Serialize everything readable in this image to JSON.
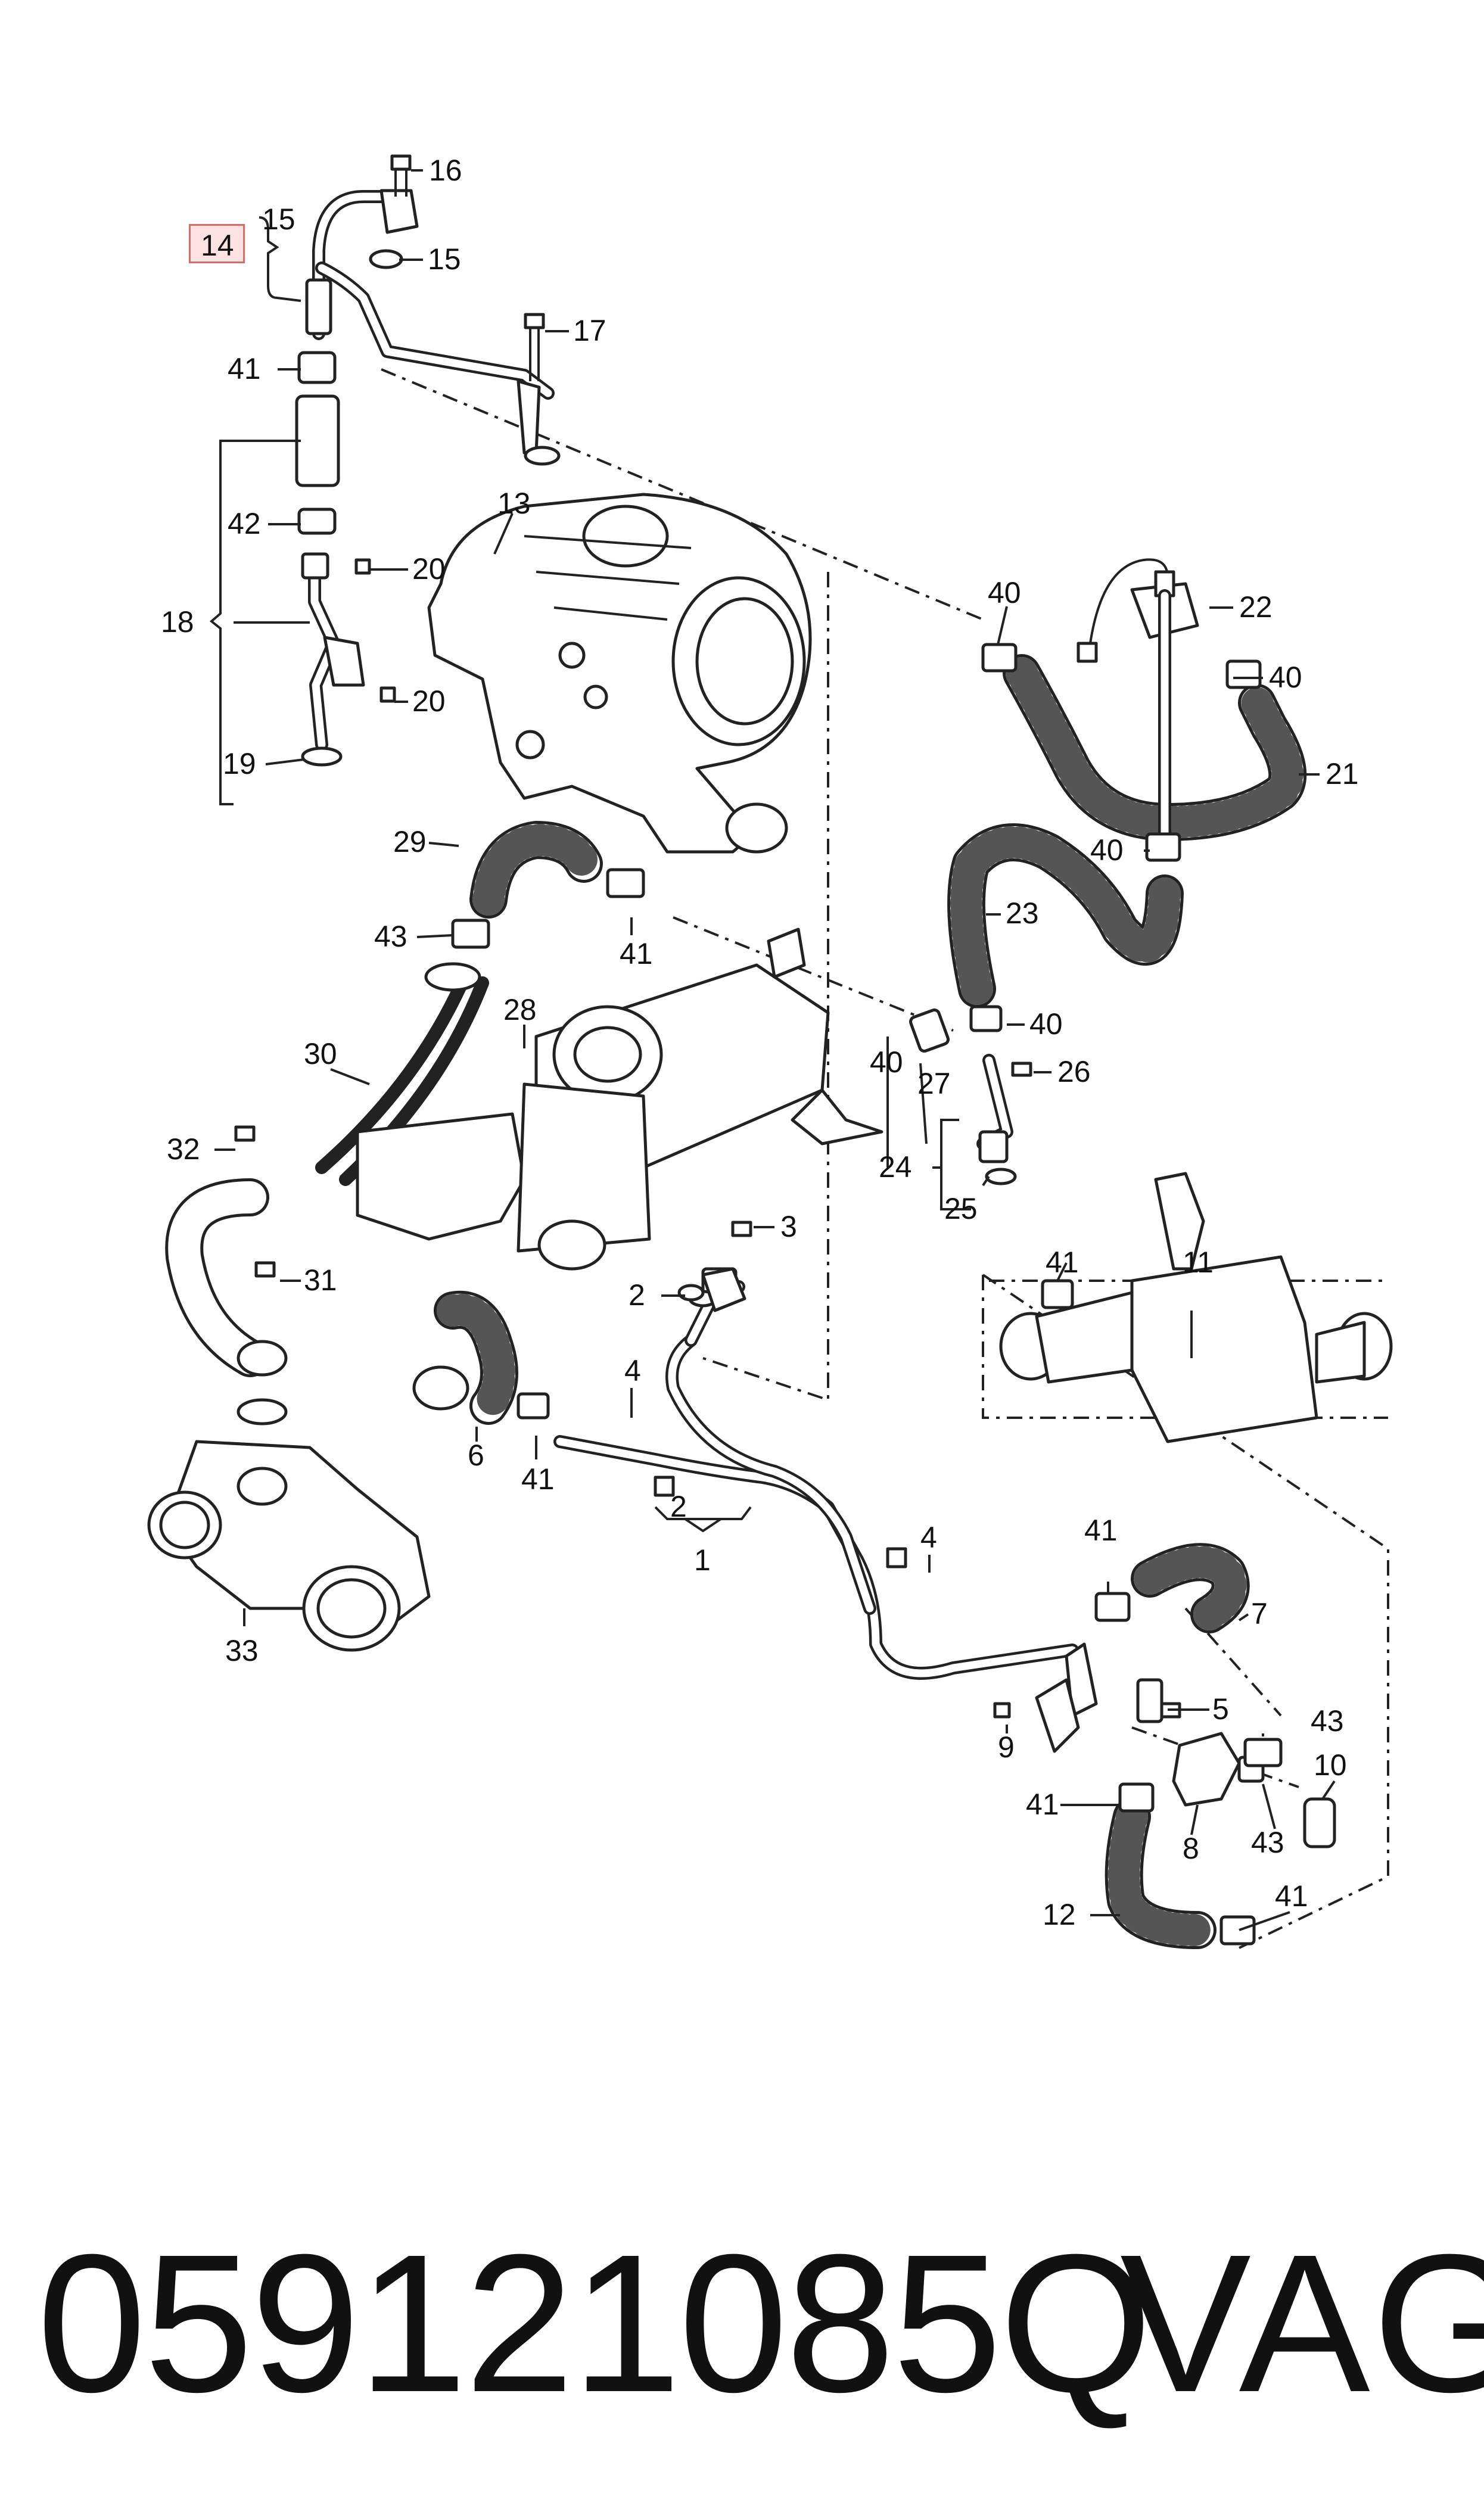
{
  "highlighted_label": "14",
  "callouts": {
    "c1": "1",
    "c2a": "2",
    "c2b": "2",
    "c3": "3",
    "c4a": "4",
    "c4b": "4",
    "c5": "5",
    "c6": "6",
    "c7": "7",
    "c8": "8",
    "c9": "9",
    "c10": "10",
    "c11": "11",
    "c12": "12",
    "c13": "13",
    "c15a": "15",
    "c15b": "15",
    "c16": "16",
    "c17": "17",
    "c18": "18",
    "c19": "19",
    "c20a": "20",
    "c20b": "20",
    "c21": "21",
    "c22": "22",
    "c23": "23",
    "c24": "24",
    "c25": "25",
    "c26": "26",
    "c27": "27",
    "c28": "28",
    "c29": "29",
    "c30": "30",
    "c31": "31",
    "c32": "32",
    "c33": "33",
    "c40a": "40",
    "c40b": "40",
    "c40c": "40",
    "c40d": "40",
    "c40e": "40",
    "c41a": "41",
    "c41b": "41",
    "c41c": "41",
    "c41d": "41",
    "c41e": "41",
    "c41f": "41",
    "c41g": "41",
    "c42": "42",
    "c43a": "43",
    "c43b": "43",
    "c43c": "43"
  },
  "footer": {
    "part_number": "059121085Q",
    "brand": "VAG"
  },
  "colors": {
    "highlight_fill": "#fde2e2",
    "highlight_border": "#d86a6a",
    "line": "#222222"
  }
}
